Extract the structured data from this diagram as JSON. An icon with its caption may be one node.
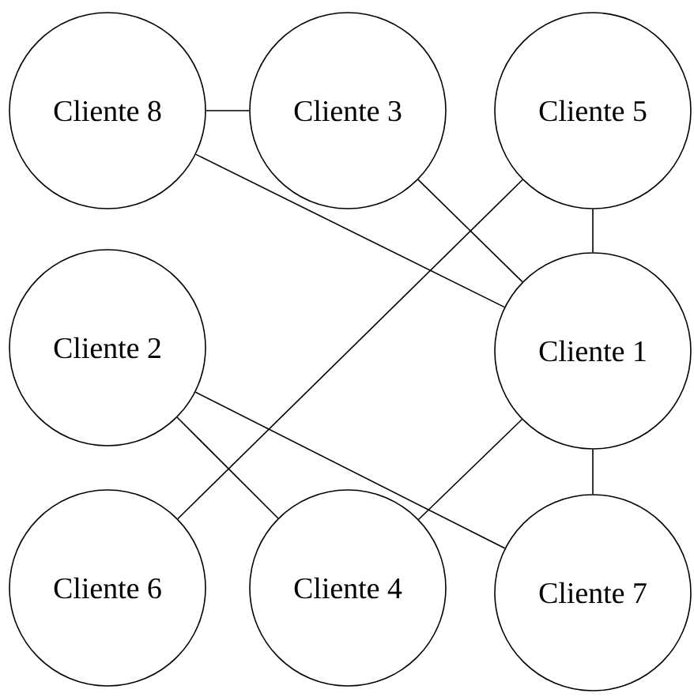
{
  "diagram": {
    "nodes": [
      {
        "text": [
          "Cliente 8"
        ]
      },
      {
        "text": [
          "Cliente 3"
        ]
      },
      {
        "text": [
          "Cliente 5"
        ]
      },
      {
        "text": [
          "Cliente 2"
        ]
      },
      {
        "text": [
          "Cliente 1"
        ]
      },
      {
        "text": [
          "Cliente 6"
        ]
      },
      {
        "text": [
          "Cliente 4"
        ]
      },
      {
        "text": [
          "Cliente 7"
        ]
      }
    ],
    "edges": [
      {
        "from": 0,
        "to": 1,
        "arrow": "none"
      },
      {
        "from": 0,
        "to": 4,
        "arrow": "none"
      },
      {
        "from": 1,
        "to": 4,
        "arrow": "none"
      },
      {
        "from": 2,
        "to": 4,
        "arrow": "none"
      },
      {
        "from": 2,
        "to": 5,
        "arrow": "none"
      },
      {
        "from": 3,
        "to": 6,
        "arrow": "none"
      },
      {
        "from": 3,
        "to": 7,
        "arrow": "none"
      },
      {
        "from": 4,
        "to": 6,
        "arrow": "none"
      },
      {
        "from": 4,
        "to": 7,
        "arrow": "none"
      }
    ]
  }
}
